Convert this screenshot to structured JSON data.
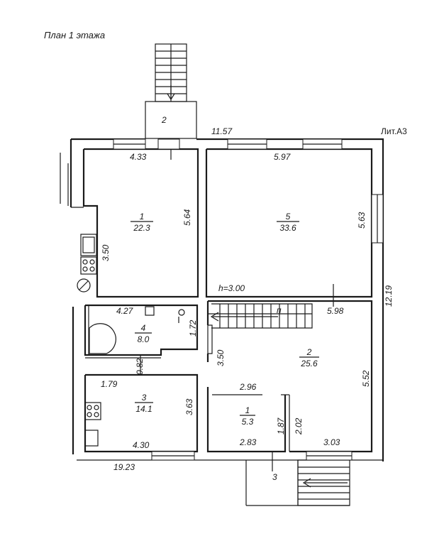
{
  "plan": {
    "title": "План 1 этажа",
    "liter": "Лит.А3",
    "height_note": "h=3.00"
  },
  "dimensions": {
    "overall_top": "11.57",
    "overall_right": "12.19",
    "overall_bottom": "19.23",
    "r1_width": "4.33",
    "r1_height": "5.64",
    "r1_left": "3.50",
    "r5_width": "5.97",
    "r5_height": "5.63",
    "r4_width": "4.27",
    "r4_height": "1.72",
    "r4_bottom": "0.82",
    "hall_width": "5.98",
    "hall_height": "5.52",
    "hall_left": "3.50",
    "r3_width_top": "1.79",
    "r3_width": "4.30",
    "r3_height": "3.63",
    "wc_width_top": "2.96",
    "wc_width": "2.83",
    "wc_height": "1.87",
    "wc_side": "2.02",
    "entry_width": "3.03"
  },
  "rooms": [
    {
      "no": "1",
      "area": "22.3"
    },
    {
      "no": "5",
      "area": "33.6"
    },
    {
      "no": "4",
      "area": "8.0"
    },
    {
      "no": "2",
      "area": "25.6"
    },
    {
      "no": "3",
      "area": "14.1"
    },
    {
      "no": "1",
      "area": "5.3"
    }
  ],
  "porches": {
    "top": "2",
    "bottom": "3"
  },
  "stair_mark": "п"
}
